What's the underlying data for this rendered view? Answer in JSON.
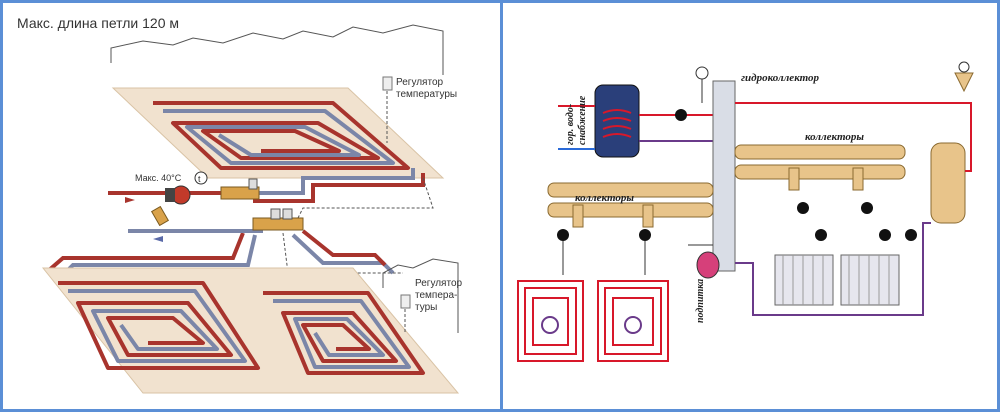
{
  "left_panel": {
    "title": "Макс. длина петли 120 м",
    "regulator_top": [
      "Регулятор",
      "температуры"
    ],
    "regulator_bottom": [
      "Регулятор",
      "темпера-",
      "туры"
    ],
    "max_temp": "Макс. 40°C",
    "thermometer": "t"
  },
  "right_panel": {
    "hydrocollector": "гидроколлектор",
    "collectors_right": "коллекторы",
    "collectors_left": "коллекторы",
    "hot_water": [
      "гор. водо-",
      "снабжение"
    ],
    "feed": "подпитка"
  },
  "colors": {
    "border": "#5b8fd6",
    "hot_pipe": "#a8342d",
    "cold_pipe": "#7b86a8",
    "floor": "#f1e2cf",
    "brass": "#e8c48a",
    "supply": "#d8182a",
    "return": "#6a3a8a"
  }
}
